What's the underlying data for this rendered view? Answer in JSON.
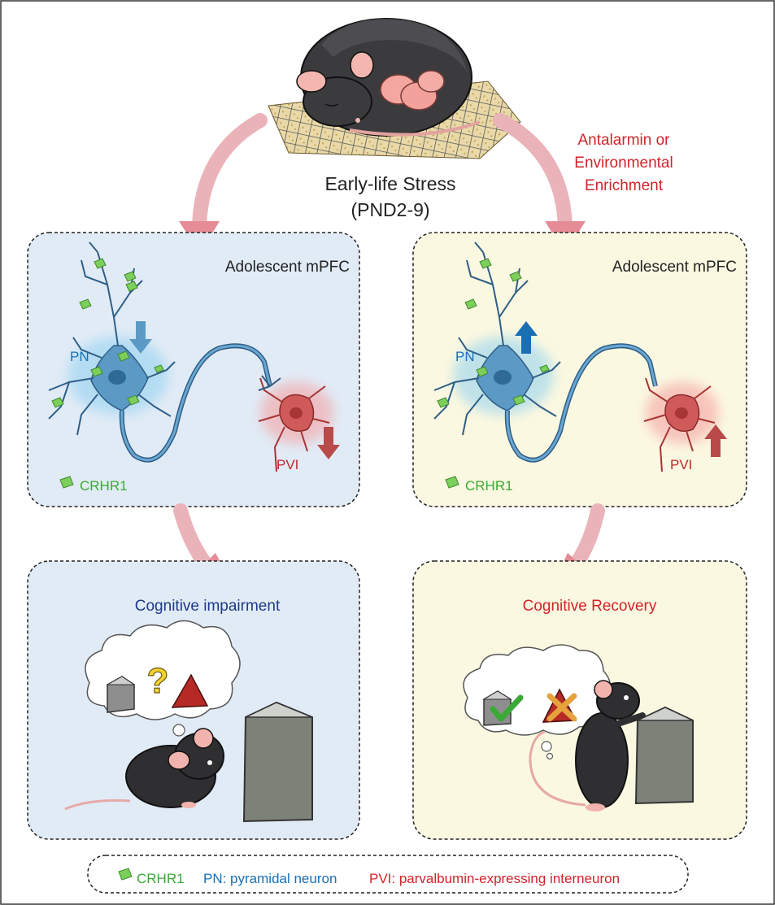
{
  "center": {
    "stress_line1": "Early-life Stress",
    "stress_line2": "(PND2-9)",
    "treatment_line1": "Antalarmin or",
    "treatment_line2": "Environmental",
    "treatment_line3": "Enrichment"
  },
  "panels": {
    "left_top": {
      "title": "Adolescent mPFC",
      "pn_label": "PN",
      "pvi_label": "PVI",
      "crhr1_label": "CRHR1",
      "pn_trend": "down",
      "pvi_trend": "down"
    },
    "right_top": {
      "title": "Adolescent mPFC",
      "pn_label": "PN",
      "pvi_label": "PVI",
      "crhr1_label": "CRHR1",
      "pn_trend": "up",
      "pvi_trend": "up"
    },
    "left_bottom": {
      "title": "Cognitive impairment",
      "thought_symbol": "?"
    },
    "right_bottom": {
      "title": "Cognitive Recovery",
      "thought_symbols": [
        "check",
        "cross"
      ]
    }
  },
  "legend": {
    "crhr1": "CRHR1",
    "pn": "PN: pyramidal neuron",
    "pvi": "PVI: parvalbumin-expressing interneuron"
  },
  "colors": {
    "border": "#333333",
    "panel_blue": "#e1ebf6",
    "panel_yellow": "#fbf8e1",
    "neuron_blue": "#5b9ac4",
    "pvi_red": "#d05a5a",
    "crhr1_green": "#7ccf5a",
    "arrow_pink": "#e8a0a8",
    "text_blue": "#1a6fb3",
    "text_red": "#d2232a",
    "text_navy": "#1f3a8a",
    "text_green": "#3aa935"
  },
  "icons": [
    "mouse-icon",
    "neuron-icon",
    "crhr1-icon",
    "thought-bubble-icon",
    "object-icon",
    "check-icon",
    "cross-icon",
    "question-icon"
  ]
}
